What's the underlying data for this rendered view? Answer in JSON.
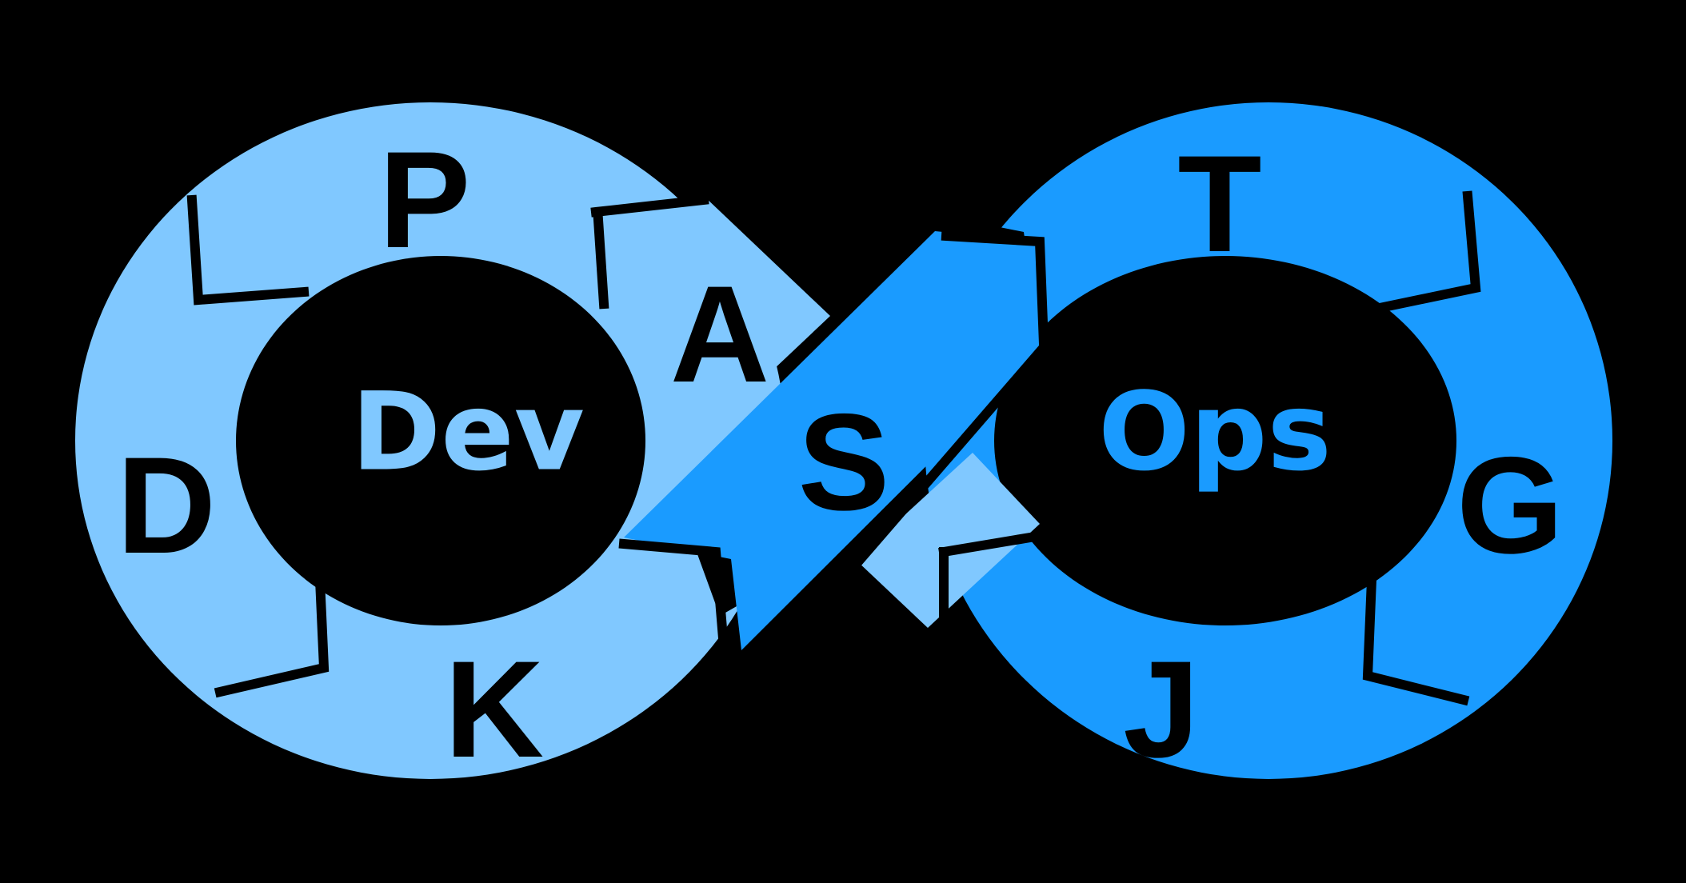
{
  "logo": {
    "left_word": "Dev",
    "right_word": "Ops",
    "left_letters": [
      "P",
      "A",
      "D",
      "K"
    ],
    "cross_letter": "S",
    "right_letters": [
      "T",
      "G",
      "J"
    ]
  },
  "colors": {
    "background": "#000000",
    "dev_loop": "#80c8ff",
    "ops_loop": "#1a9bff",
    "letters": "#000000"
  }
}
